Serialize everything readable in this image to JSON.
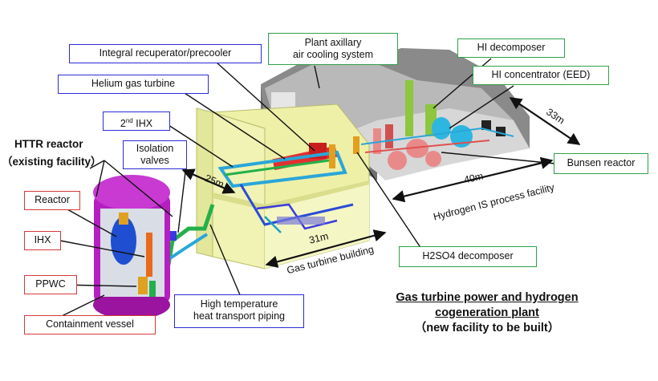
{
  "labels": {
    "integral_recuperator": "Integral recuperator/precooler",
    "helium_gas_turbine": "Helium gas turbine",
    "second_ihx_base": "2",
    "second_ihx_sup": "nd",
    "second_ihx_rest": " IHX",
    "isolation_valves_1": "Isolation",
    "isolation_valves_2": "valves",
    "plant_cooling_1": "Plant axillary",
    "plant_cooling_2": "air cooling system",
    "hi_decomposer": "HI decomposer",
    "hi_concentrator": "HI concentrator (EED)",
    "bunsen_reactor": "Bunsen reactor",
    "h2so4_decomposer": "H2SO4 decomposer",
    "reactor": "Reactor",
    "ihx": "IHX",
    "ppwc": "PPWC",
    "containment_vessel": "Containment vessel",
    "high_temp_piping_1": "High temperature",
    "high_temp_piping_2": "heat transport piping"
  },
  "httr": {
    "line1": "HTTR reactor",
    "line2": "（existing facility）"
  },
  "dimensions": {
    "d25": "25m",
    "d31": "31m",
    "d40": "40m",
    "d33": "33m"
  },
  "building_labels": {
    "gas_turbine_building": "Gas turbine building",
    "hydrogen_facility": "Hydrogen IS process facility"
  },
  "title": {
    "line1": "Gas turbine power and hydrogen",
    "line2": "cogeneration plant",
    "line3": "（new facility to be built）"
  },
  "colors": {
    "blue_border": "#2b2bd6",
    "green_border": "#2fa24a",
    "red_border": "#d23a3a",
    "containment": "#b51fc2",
    "building_wall": "#eef0a8"
  }
}
